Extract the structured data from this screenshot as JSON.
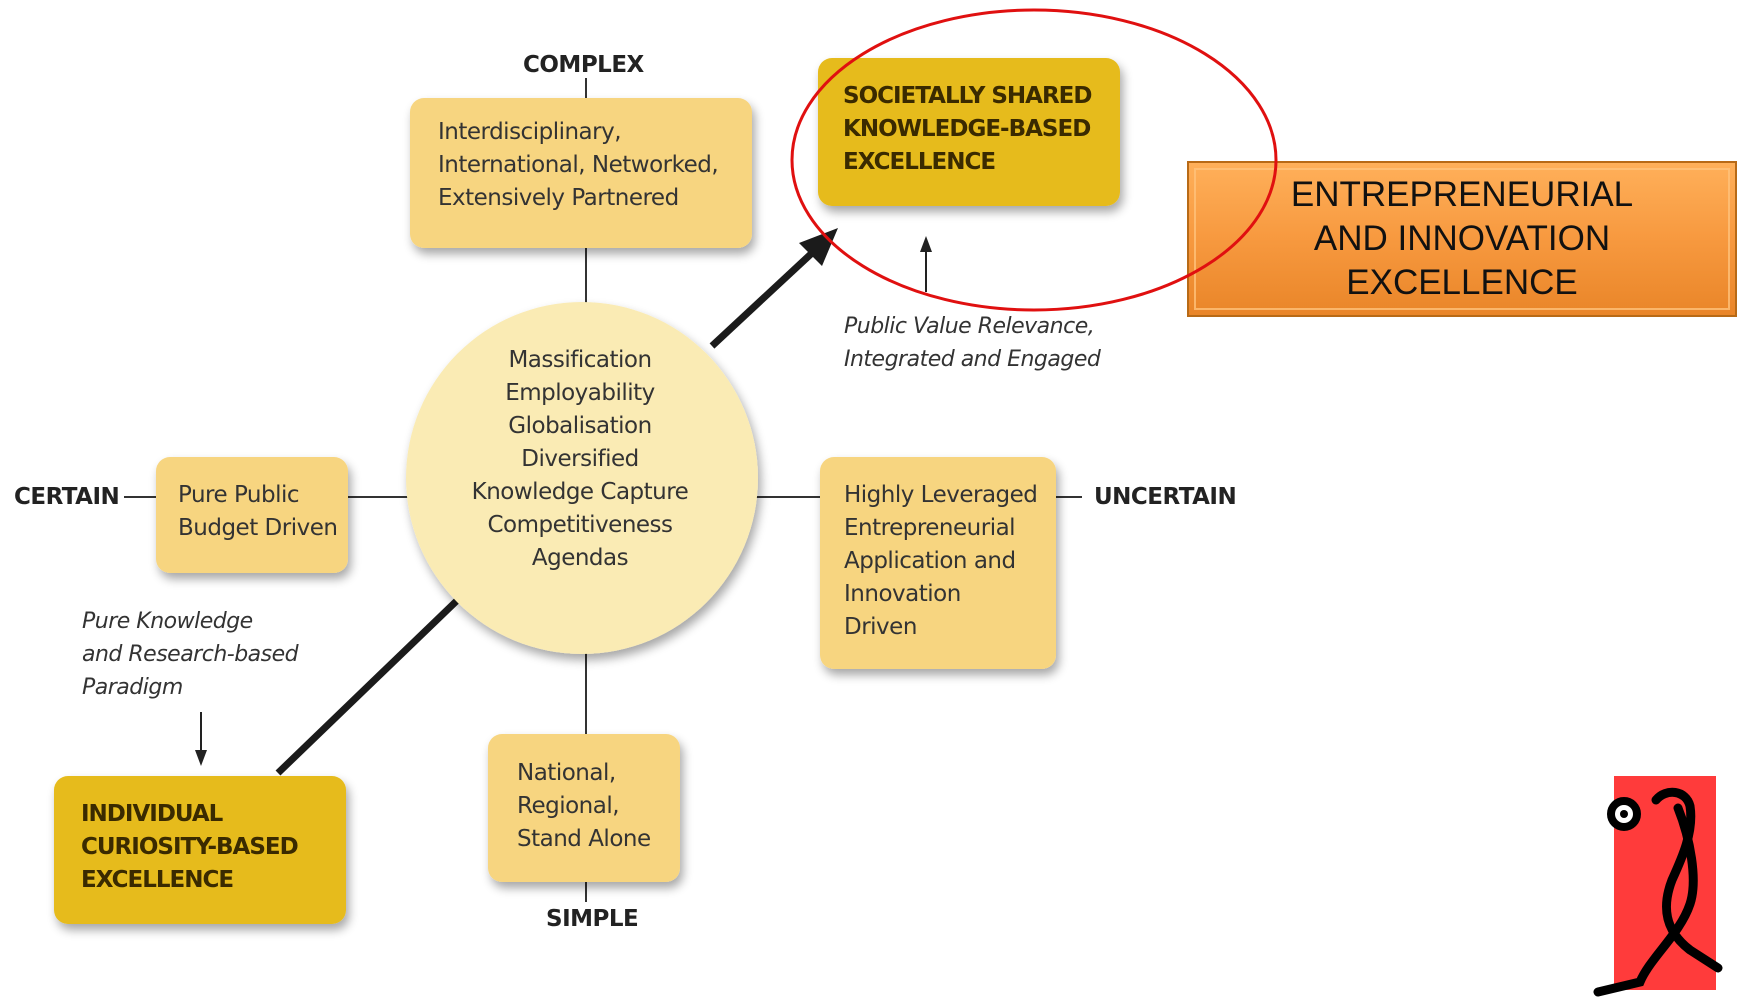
{
  "axes": {
    "top": "COMPLEX",
    "bottom": "SIMPLE",
    "left": "CERTAIN",
    "right": "UNCERTAIN"
  },
  "boxes": {
    "top": "Interdisciplinary,\nInternational, Networked,\nExtensively Partnered",
    "left": "Pure Public\nBudget Driven",
    "right": "Highly Leveraged\nEntrepreneurial\nApplication and\nInnovation\nDriven",
    "bottom": "National,\nRegional,\nStand Alone",
    "societal": "SOCIETALLY SHARED\nKNOWLEDGE-BASED\nEXCELLENCE",
    "individual": "INDIVIDUAL\nCURIOSITY-BASED\nEXCELLENCE"
  },
  "center_circle": "Massification\nEmployability\nGlobalisation\nDiversified\nKnowledge Capture\nCompetitiveness\nAgendas",
  "notes": {
    "public_value": "Public Value Relevance,\nIntegrated and Engaged",
    "pure_knowledge": "Pure Knowledge\nand Research-based\nParadigm"
  },
  "callout": "ENTREPRENEURIAL\nAND INNOVATION\nEXCELLENCE",
  "logo": "walking-figure-logo",
  "colors": {
    "light_box": "#f7d580",
    "dark_box": "#e6bb1c",
    "circle": "#faebb4",
    "callout": "#f79b46",
    "highlight_ellipse": "#e01010",
    "logo_bg": "#ff3b3b"
  }
}
